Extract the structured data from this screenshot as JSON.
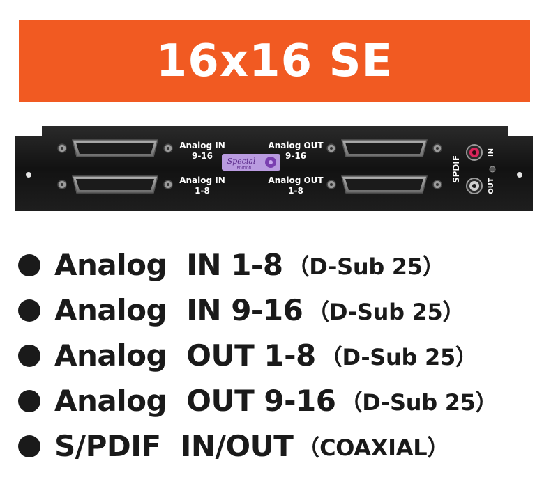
{
  "banner": {
    "title": "16x16 SE",
    "color": "#f15a22"
  },
  "panel": {
    "labels": {
      "analog_in_top": [
        "Analog IN",
        "9-16"
      ],
      "analog_in_bottom": [
        "Analog IN",
        "1-8"
      ],
      "analog_out_top": [
        "Analog OUT",
        "9-16"
      ],
      "analog_out_bottom": [
        "Analog OUT",
        "1-8"
      ],
      "spdif": "SPDIF",
      "spdif_in": "IN",
      "spdif_out": "OUT",
      "badge_line1": "Special",
      "badge_line2": "EDITION"
    },
    "colors": {
      "body": "#141414",
      "badge": "#b99be0",
      "connector": "#8d8d8d",
      "in_jack": "#d8245b"
    }
  },
  "features": [
    {
      "label": "Analog  IN 1-8",
      "spec": "（D-Sub 25）"
    },
    {
      "label": "Analog  IN 9-16",
      "spec": "（D-Sub 25）"
    },
    {
      "label": "Analog  OUT 1-8",
      "spec": "（D-Sub 25）"
    },
    {
      "label": "Analog  OUT 9-16",
      "spec": "（D-Sub 25）"
    },
    {
      "label": "S/PDIF  IN/OUT",
      "spec": "（COAXIAL）"
    }
  ]
}
